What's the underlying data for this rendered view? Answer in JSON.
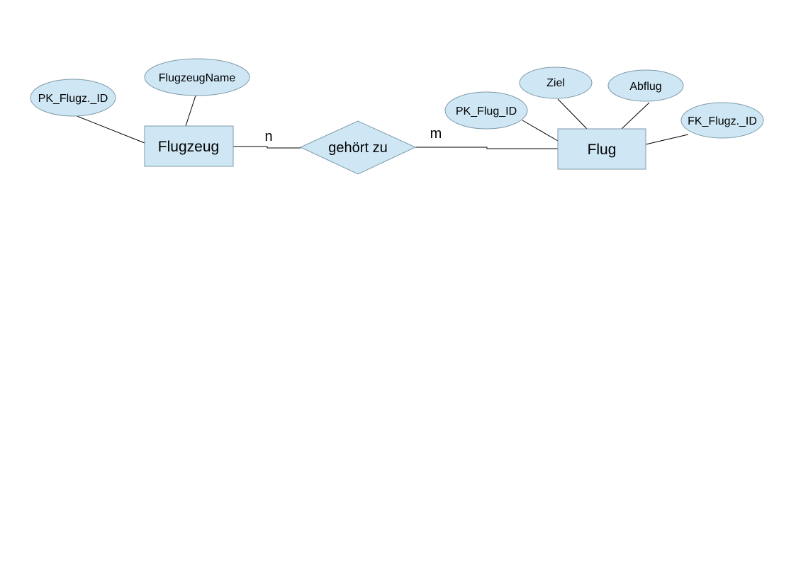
{
  "entities": {
    "flugzeug": "Flugzeug",
    "flug": "Flug"
  },
  "relationship": {
    "label": "gehört zu",
    "cardinality_left": "n",
    "cardinality_right": "m"
  },
  "attributes": {
    "flugzeug": [
      "PK_Flugz._ID",
      "FlugzeugName"
    ],
    "flug": [
      "PK_Flug_ID",
      "Ziel",
      "Abflug",
      "FK_Flugz._ID"
    ]
  },
  "colors": {
    "fill": "#cfe7f5",
    "stroke": "#7f9aaa"
  }
}
